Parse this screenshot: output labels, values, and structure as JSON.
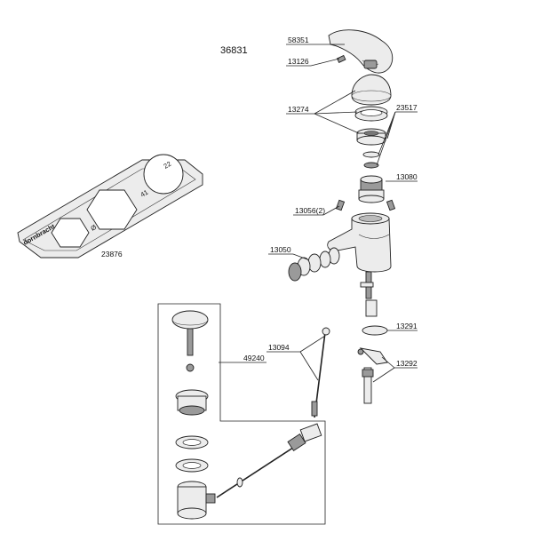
{
  "diagram": {
    "title": "36831",
    "callouts": {
      "c58351": "58351",
      "c13126": "13126",
      "c13274": "13274",
      "c23517": "23517",
      "c13080": "13080",
      "c13056": "13056(2)",
      "c13050": "13050",
      "c13291": "13291",
      "c13292": "13292",
      "c13094": "13094",
      "c49240": "49240"
    },
    "tool": {
      "part_number": "23876",
      "brand_text": "dornbracht",
      "marks": [
        "22",
        "41",
        "Ø"
      ]
    }
  }
}
